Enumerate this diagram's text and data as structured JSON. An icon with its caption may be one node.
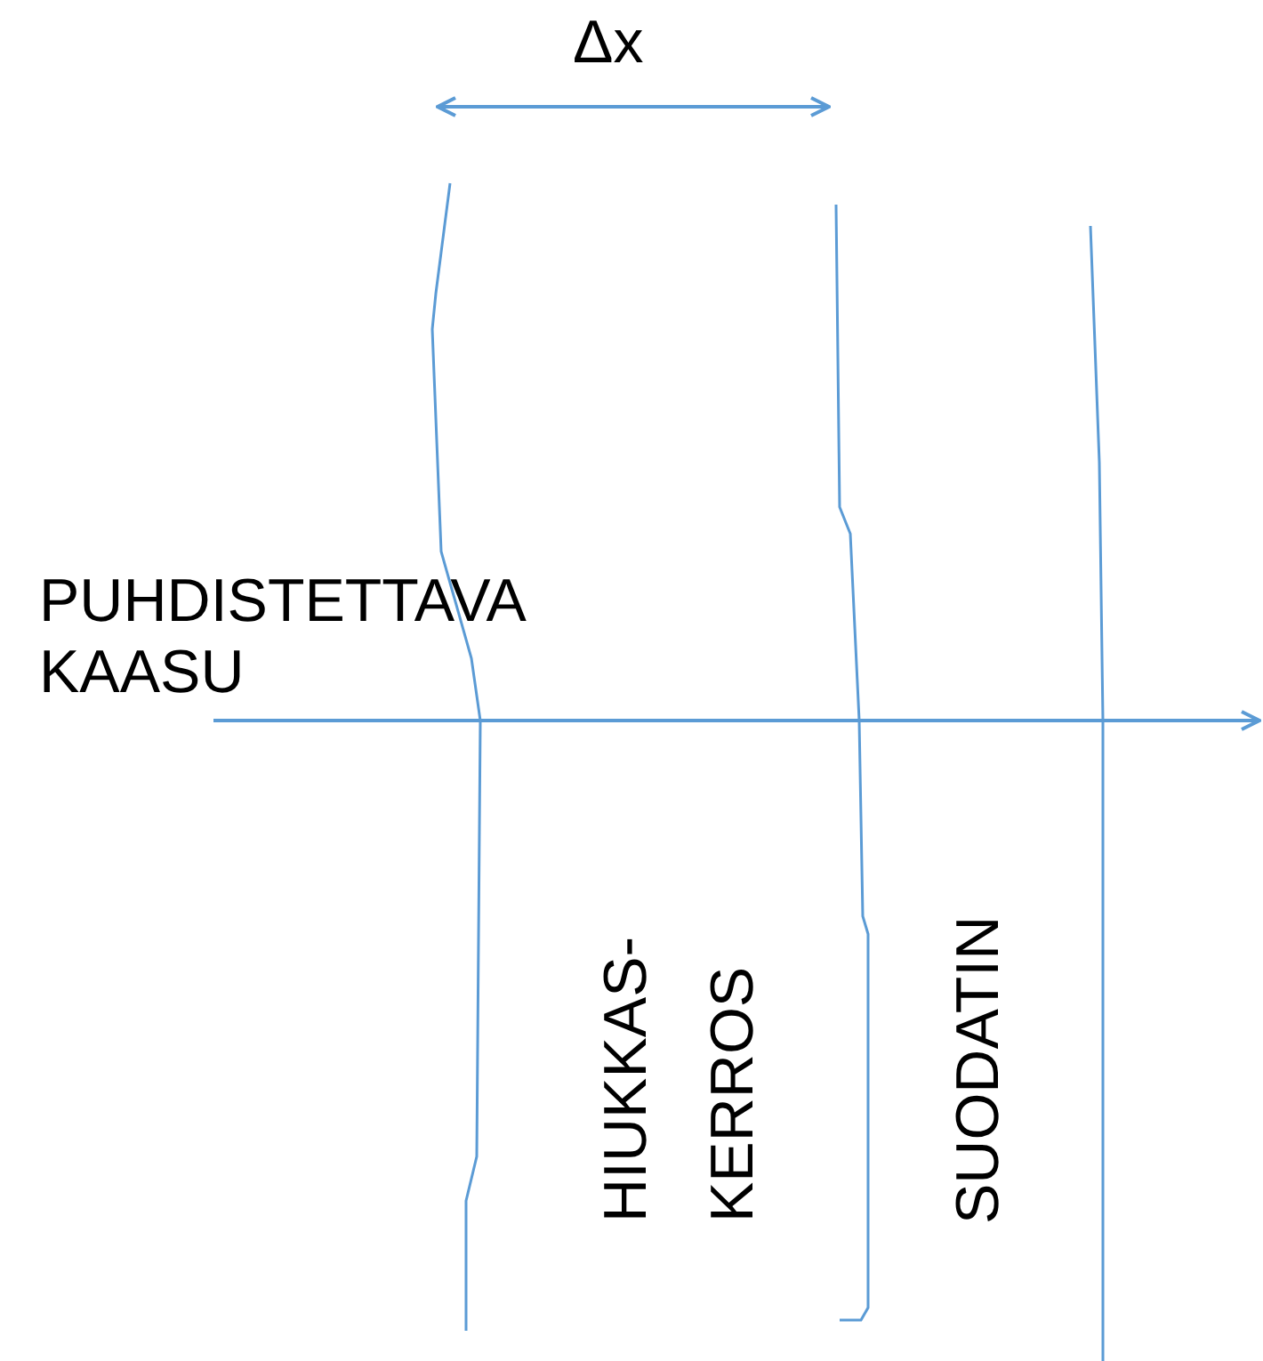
{
  "diagram": {
    "labels": [
      "Δx",
      "PUHDISTETTAVA KAASU",
      "HIUKKAS- KERROS",
      "SUODATIN"
    ]
  }
}
